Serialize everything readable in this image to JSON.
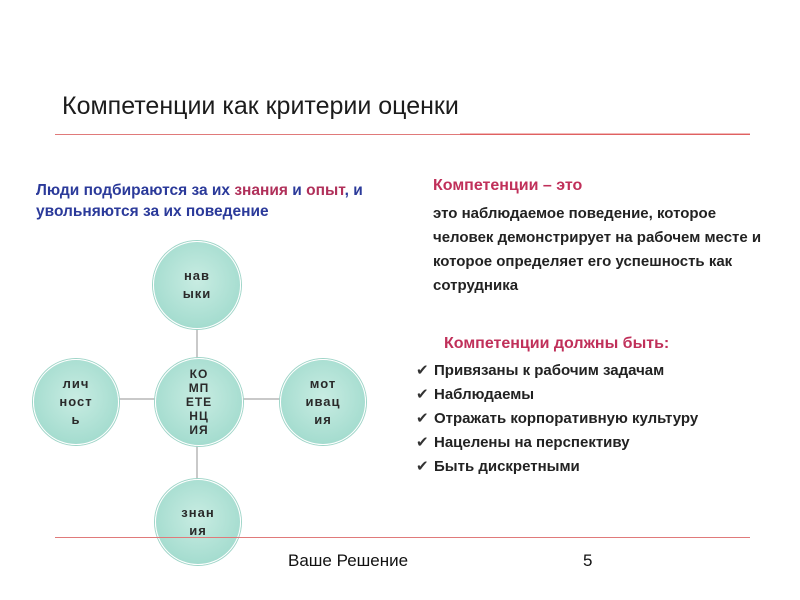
{
  "slide": {
    "title": "Компетенции как критерии оценки",
    "quote": {
      "part1": "Люди подбираются за их ",
      "highlight1": "знания",
      "part2": " и ",
      "highlight2": "опыт",
      "part3": ", и увольняются за их поведение"
    },
    "definition": {
      "title": "Компетенции – это",
      "text": "это наблюдаемое поведение, которое человек демонстрирует на рабочем месте и которое определяет его успешность как сотрудника"
    },
    "must_be": {
      "title": "Компетенции должны быть:",
      "items": [
        "Привязаны к рабочим задачам",
        "Наблюдаемы",
        "Отражать корпоративную культуру",
        "Нацелены на перспективу",
        "Быть дискретными"
      ],
      "bullet": "✔"
    },
    "diagram": {
      "center": [
        "КО",
        "МП",
        "ЕТЕ",
        "НЦ",
        "ИЯ"
      ],
      "top": [
        "нав",
        "ыки"
      ],
      "left": [
        "лич",
        "ност",
        "ь"
      ],
      "right": [
        "мот",
        "ивац",
        "ия"
      ],
      "bottom": [
        "знан",
        "ия"
      ]
    },
    "footer": "Ваше Решение",
    "page_number": "5"
  }
}
